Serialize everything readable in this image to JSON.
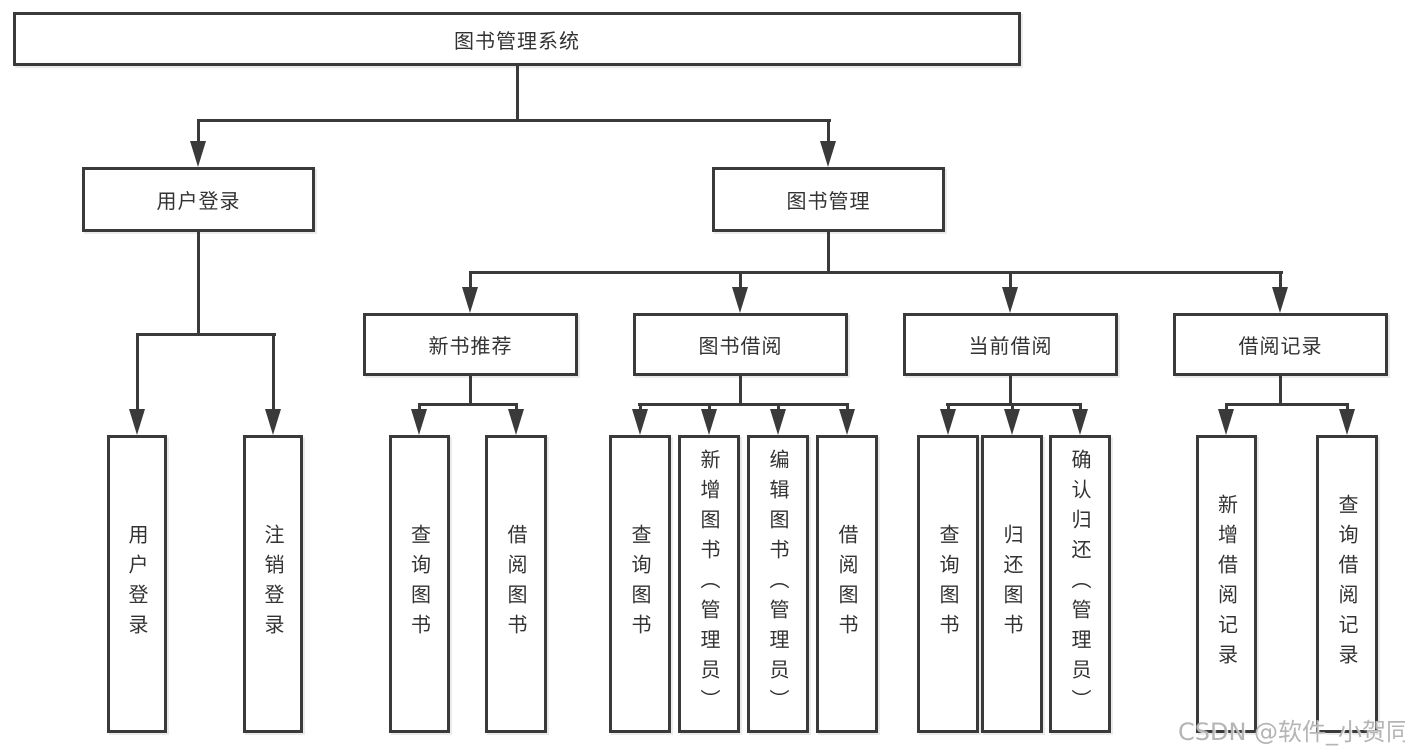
{
  "colors": {
    "line": "#3a3a3a",
    "text": "#333333",
    "watermark": "#b5b5b5",
    "background": "#ffffff"
  },
  "nodes": {
    "root": "图书管理系统",
    "user_login": "用户登录",
    "book_mgmt": "图书管理",
    "new_book_rec": "新书推荐",
    "book_borrow": "图书借阅",
    "current_borrow": "当前借阅",
    "borrow_records": "借阅记录",
    "leaf_user_login": "用户登录",
    "leaf_logout": "注销登录",
    "leaf_rec_query_book": "查询图书",
    "leaf_rec_borrow_book": "借阅图书",
    "leaf_bor_query_book": "查询图书",
    "leaf_bor_add_book": "新增图书（管理员）",
    "leaf_bor_edit_book": "编辑图书（管理员）",
    "leaf_bor_borrow_book": "借阅图书",
    "leaf_cur_query_book": "查询图书",
    "leaf_cur_return_book": "归还图书",
    "leaf_cur_confirm_return": "确认归还（管理员）",
    "leaf_add_borrow_record": "新增借阅记录",
    "leaf_query_borrow_record": "查询借阅记录"
  },
  "watermark": "CSDN @软件_小贺同学"
}
